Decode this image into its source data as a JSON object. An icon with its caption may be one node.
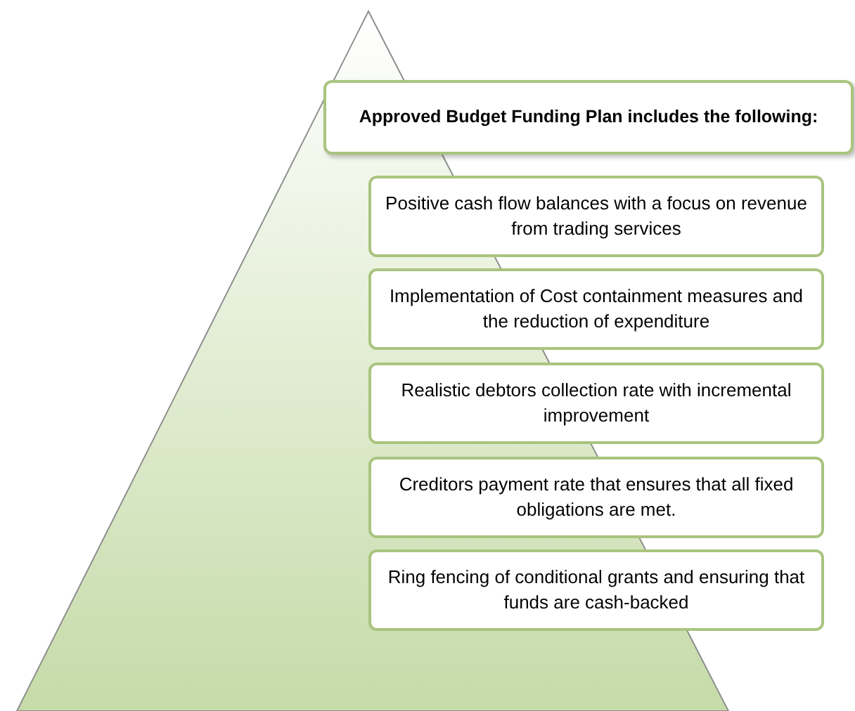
{
  "diagram": {
    "nodes": [
      {
        "text": [
          "Approved Budget Funding Plan  includes the following:"
        ]
      },
      {
        "text": [
          "Positive cash flow balances with a focus on revenue from trading services"
        ]
      },
      {
        "text": [
          "Implementation of Cost containment measures and the reduction of expenditure"
        ]
      },
      {
        "text": [
          "Realistic debtors collection rate with incremental improvement"
        ]
      },
      {
        "text": [
          "Creditors payment rate that ensures that all fixed obligations are met."
        ]
      },
      {
        "text": [
          "Ring fencing of conditional grants and ensuring that funds are cash-backed"
        ]
      }
    ]
  }
}
